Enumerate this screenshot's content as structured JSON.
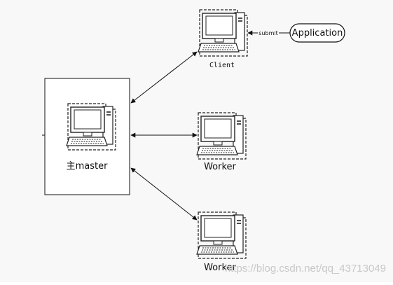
{
  "nodes": {
    "master": {
      "label": "主master"
    },
    "client": {
      "label": "Client"
    },
    "worker1": {
      "label": "Worker"
    },
    "worker2": {
      "label": "Worker"
    },
    "application": {
      "label": "Application"
    }
  },
  "edges": {
    "submit": {
      "label": "submit"
    }
  },
  "watermark": "https://blog.csdn.net/qq_43713049",
  "icons": {
    "computer": "computer-icon"
  }
}
